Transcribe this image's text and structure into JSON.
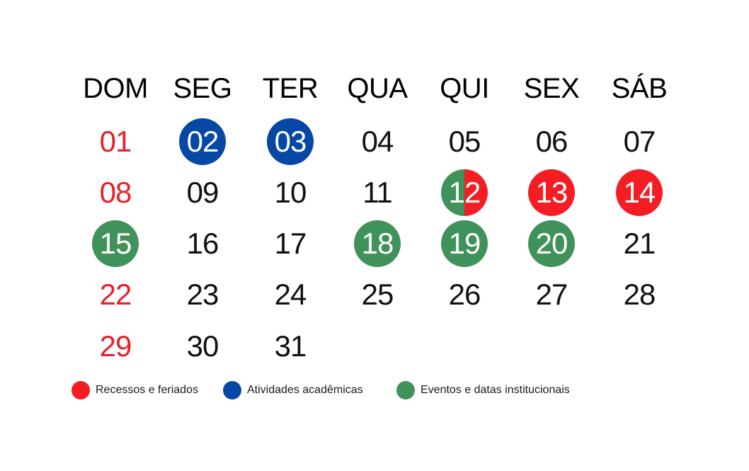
{
  "colors": {
    "red": "#f51d24",
    "blue": "#0648a3",
    "green": "#3f925a",
    "sunday_text": "#e8202a"
  },
  "weekdays": [
    "DOM",
    "SEG",
    "TER",
    "QUA",
    "QUI",
    "SEX",
    "SÁB"
  ],
  "weeks": [
    [
      {
        "num": "01",
        "mark": "none",
        "sunday": true
      },
      {
        "num": "02",
        "mark": "blue"
      },
      {
        "num": "03",
        "mark": "blue"
      },
      {
        "num": "04",
        "mark": "none"
      },
      {
        "num": "05",
        "mark": "none"
      },
      {
        "num": "06",
        "mark": "none"
      },
      {
        "num": "07",
        "mark": "none"
      }
    ],
    [
      {
        "num": "08",
        "mark": "none",
        "sunday": true
      },
      {
        "num": "09",
        "mark": "none"
      },
      {
        "num": "10",
        "mark": "none"
      },
      {
        "num": "11",
        "mark": "none"
      },
      {
        "num": "12",
        "mark": "split-green-red"
      },
      {
        "num": "13",
        "mark": "red"
      },
      {
        "num": "14",
        "mark": "red"
      }
    ],
    [
      {
        "num": "15",
        "mark": "green",
        "sunday": true
      },
      {
        "num": "16",
        "mark": "none"
      },
      {
        "num": "17",
        "mark": "none"
      },
      {
        "num": "18",
        "mark": "green"
      },
      {
        "num": "19",
        "mark": "green"
      },
      {
        "num": "20",
        "mark": "green"
      },
      {
        "num": "21",
        "mark": "none"
      }
    ],
    [
      {
        "num": "22",
        "mark": "none",
        "sunday": true
      },
      {
        "num": "23",
        "mark": "none"
      },
      {
        "num": "24",
        "mark": "none"
      },
      {
        "num": "25",
        "mark": "none"
      },
      {
        "num": "26",
        "mark": "none"
      },
      {
        "num": "27",
        "mark": "none"
      },
      {
        "num": "28",
        "mark": "none"
      }
    ],
    [
      {
        "num": "29",
        "mark": "none",
        "sunday": true
      },
      {
        "num": "30",
        "mark": "none"
      },
      {
        "num": "31",
        "mark": "none"
      }
    ]
  ],
  "legend": {
    "red_label": "Recessos e feriados",
    "blue_label": "Atividades acadêmicas",
    "green_label": "Eventos e datas institucionais"
  }
}
